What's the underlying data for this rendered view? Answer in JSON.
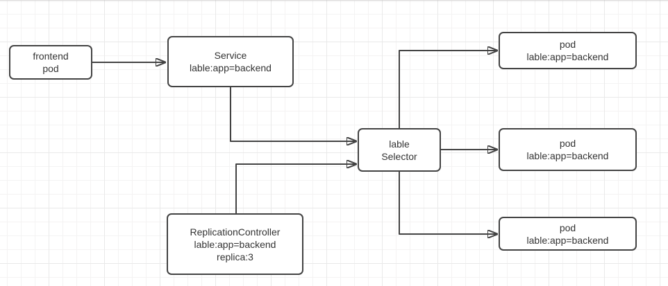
{
  "diagram": {
    "title": "service-label-selector-diagram",
    "colors": {
      "node_fill": "#ffffff",
      "node_stroke": "#424242",
      "text": "#333333",
      "grid_minor": "#f4f3f3",
      "grid_major": "#e9e9e9",
      "canvas_bg": "#ffffff"
    },
    "nodes": {
      "frontend_pod": {
        "lines": [
          "frontend",
          "pod"
        ]
      },
      "service": {
        "lines": [
          "Service",
          "lable:app=backend"
        ]
      },
      "label_selector": {
        "lines": [
          "lable",
          "Selector"
        ]
      },
      "replication_controller": {
        "lines": [
          "ReplicationController",
          "lable:app=backend",
          "replica:3"
        ]
      },
      "pod_1": {
        "lines": [
          "pod",
          "lable:app=backend"
        ]
      },
      "pod_2": {
        "lines": [
          "pod",
          "lable:app=backend"
        ]
      },
      "pod_3": {
        "lines": [
          "pod",
          "lable:app=backend"
        ]
      }
    },
    "edges": [
      {
        "from": "frontend-pod",
        "to": "service"
      },
      {
        "from": "service",
        "to": "label-selector"
      },
      {
        "from": "replication-controller",
        "to": "label-selector"
      },
      {
        "from": "label-selector",
        "to": "pod-1"
      },
      {
        "from": "label-selector",
        "to": "pod-2"
      },
      {
        "from": "label-selector",
        "to": "pod-3"
      }
    ]
  }
}
